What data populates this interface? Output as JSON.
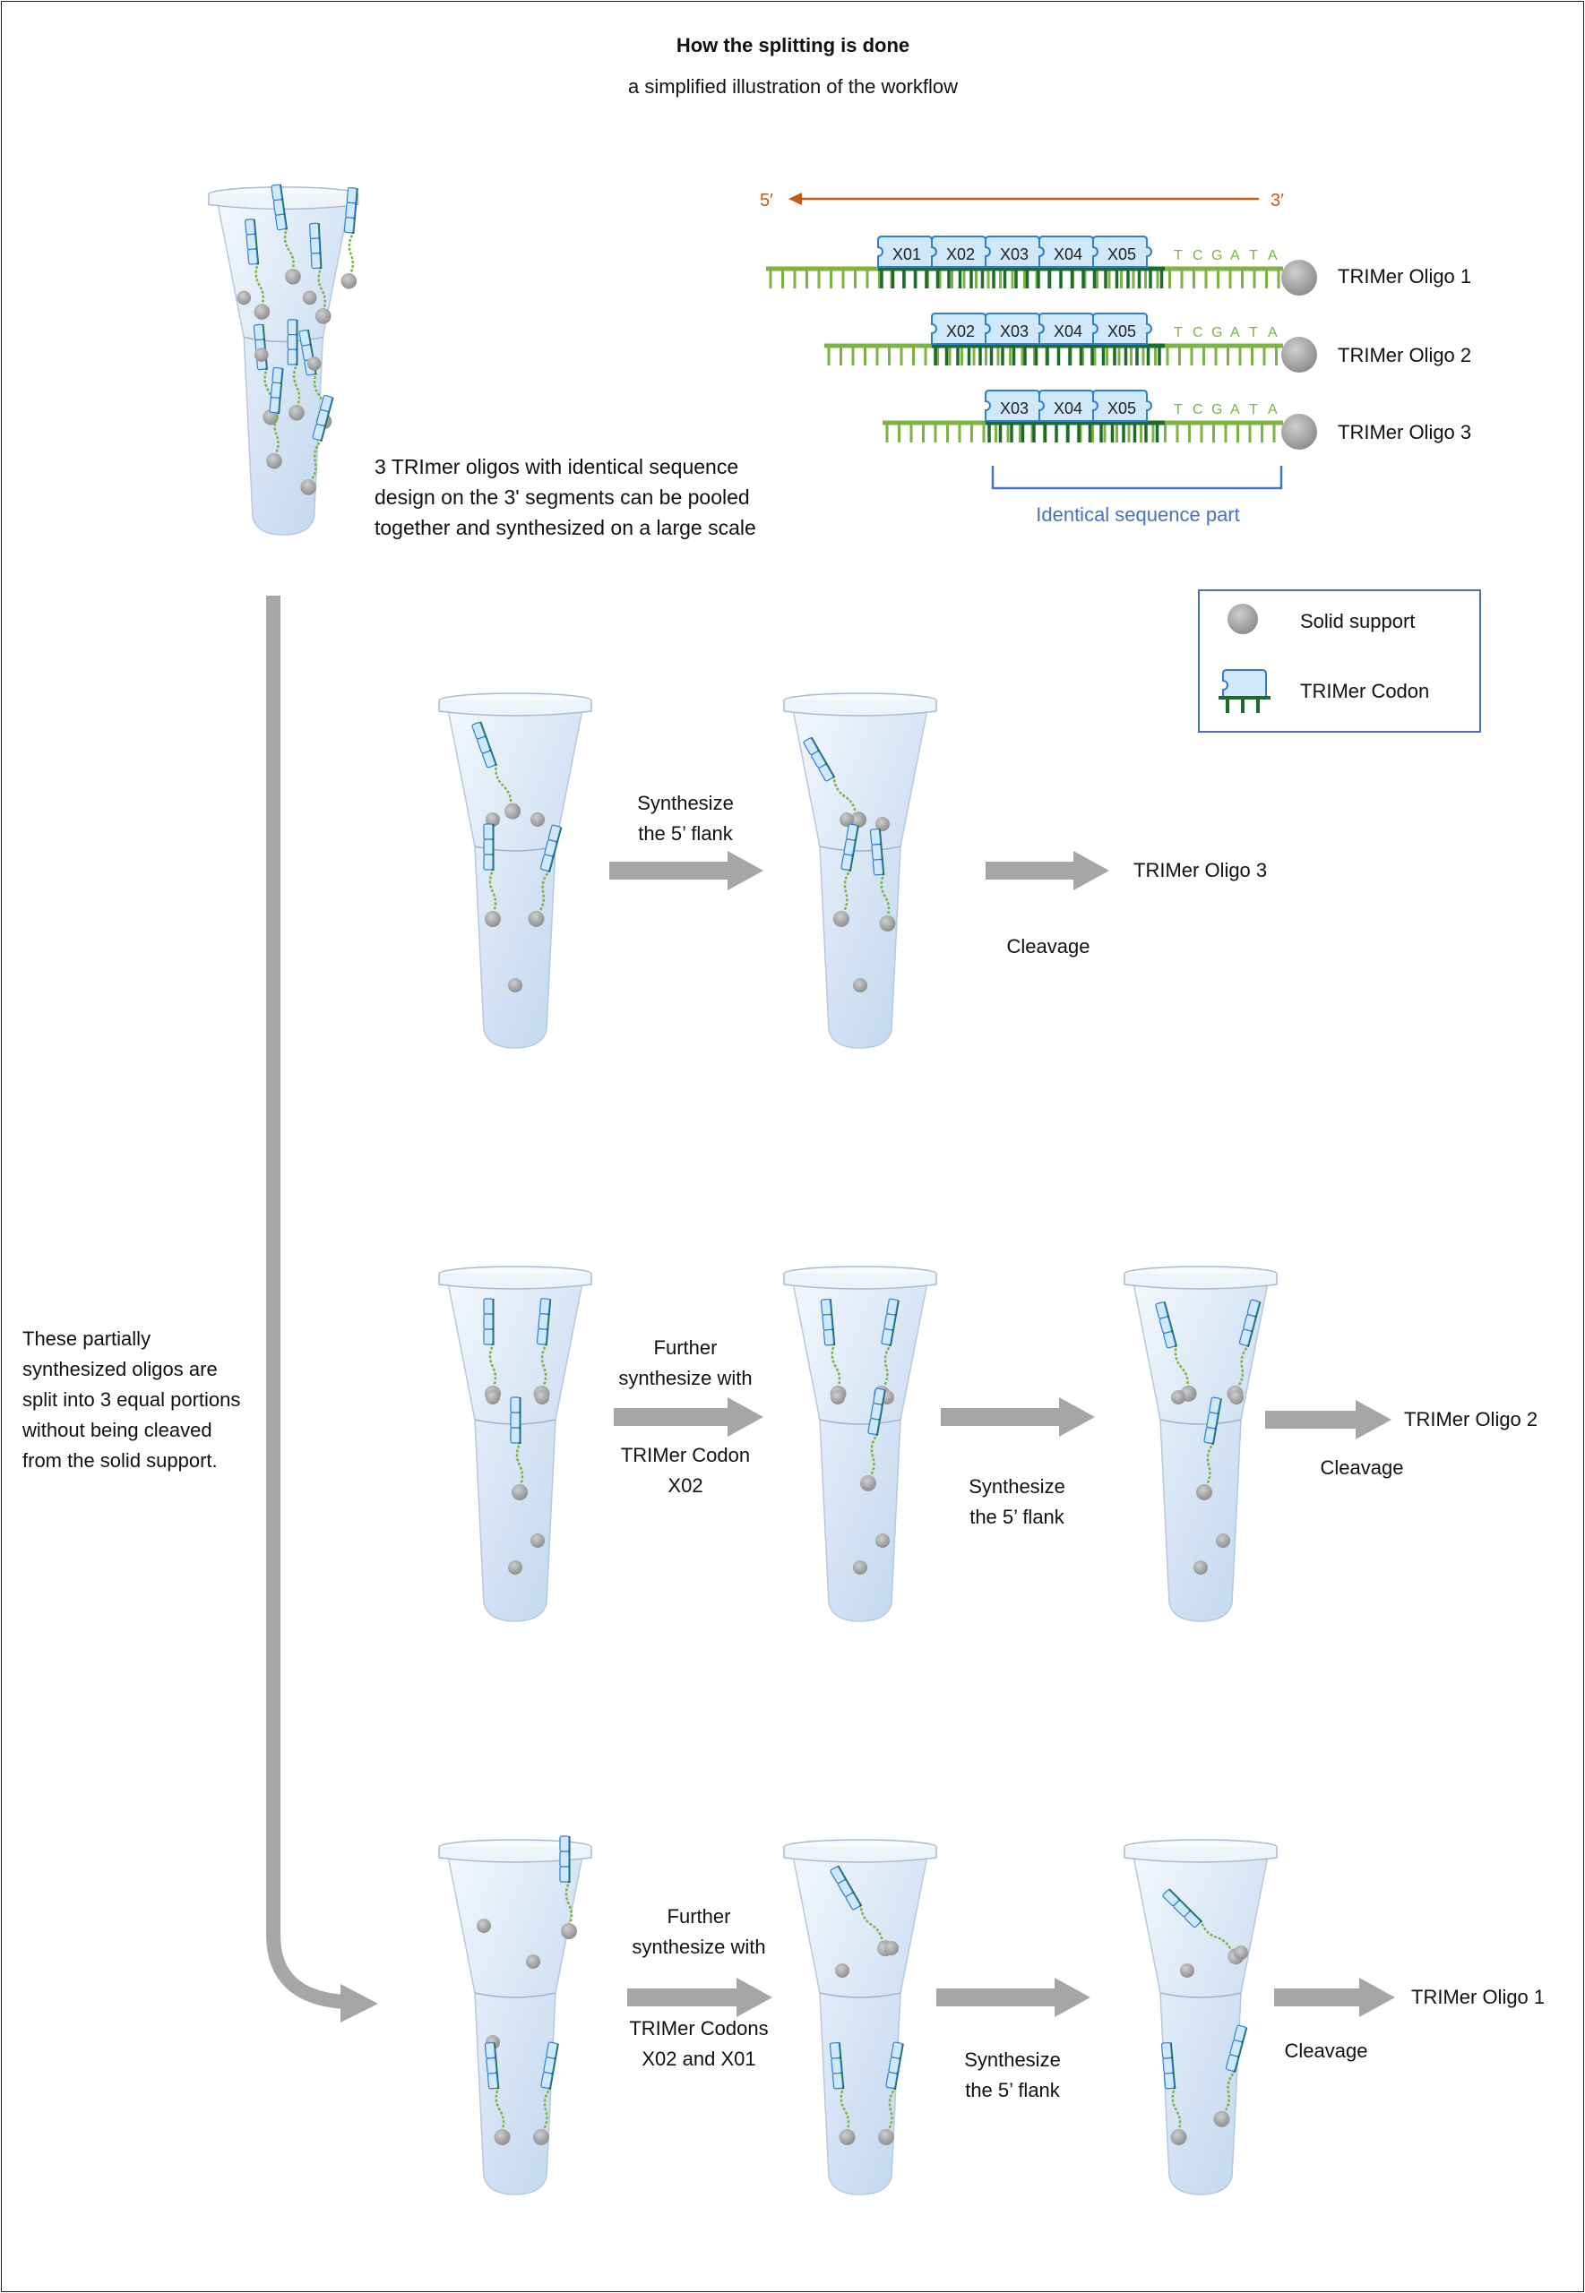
{
  "header": {
    "title": "How the splitting is done",
    "subtitle": "a simplified illustration of the workflow"
  },
  "intro": {
    "lines": [
      "3 TRImer oligos with identical sequence",
      "design on the 3' segments can be pooled",
      "together and synthesized on a large scale"
    ]
  },
  "scheme": {
    "five_prime": "5′",
    "three_prime": "3′",
    "tail": [
      "T",
      "C",
      "G",
      "A",
      "T",
      "A"
    ],
    "oligos": [
      {
        "label": "TRIMer Oligo 1",
        "codons": [
          "X01",
          "X02",
          "X03",
          "X04",
          "X05"
        ]
      },
      {
        "label": "TRIMer Oligo 2",
        "codons": [
          "X02",
          "X03",
          "X04",
          "X05"
        ]
      },
      {
        "label": "TRIMer Oligo 3",
        "codons": [
          "X03",
          "X04",
          "X05"
        ]
      }
    ],
    "bracket_label": "Identical sequence part"
  },
  "legend": {
    "solid_support": "Solid support",
    "trimer_codon": "TRIMer Codon"
  },
  "split_note": [
    "These partially",
    "synthesized oligos are",
    "split into 3 equal portions",
    "without being cleaved",
    "from the solid support."
  ],
  "rows": [
    {
      "steps": [
        {
          "top": [
            "Synthesize",
            "the 5’ flank"
          ],
          "bottom": []
        },
        {
          "top": [],
          "bottom": [
            "Cleavage"
          ]
        }
      ],
      "result": "TRIMer Oligo 3"
    },
    {
      "steps": [
        {
          "top": [
            "Further",
            "synthesize with"
          ],
          "bottom": [
            "TRIMer Codon",
            "X02"
          ]
        },
        {
          "top": [],
          "bottom": [
            "Synthesize",
            "the 5’ flank"
          ]
        },
        {
          "top": [],
          "bottom": [
            "Cleavage"
          ]
        }
      ],
      "result": "TRIMer Oligo 2"
    },
    {
      "steps": [
        {
          "top": [
            "Further",
            "synthesize with"
          ],
          "bottom": [
            "TRIMer Codons",
            "X02 and X01"
          ]
        },
        {
          "top": [],
          "bottom": [
            "Synthesize",
            "the 5’ flank"
          ]
        },
        {
          "top": [],
          "bottom": [
            "Cleavage"
          ]
        }
      ],
      "result": "TRIMer Oligo 1"
    }
  ],
  "colors": {
    "strand": "#7cb342",
    "strand_dark": "#1b6b2a",
    "codon_fill": "#cfe8fb",
    "codon_stroke": "#2f7fd0",
    "bead": "#9e9e9e",
    "arrow": "#a6a6a6",
    "orange": "#c55a11",
    "blue": "#4472c4",
    "tube": "#dfeaf6"
  }
}
